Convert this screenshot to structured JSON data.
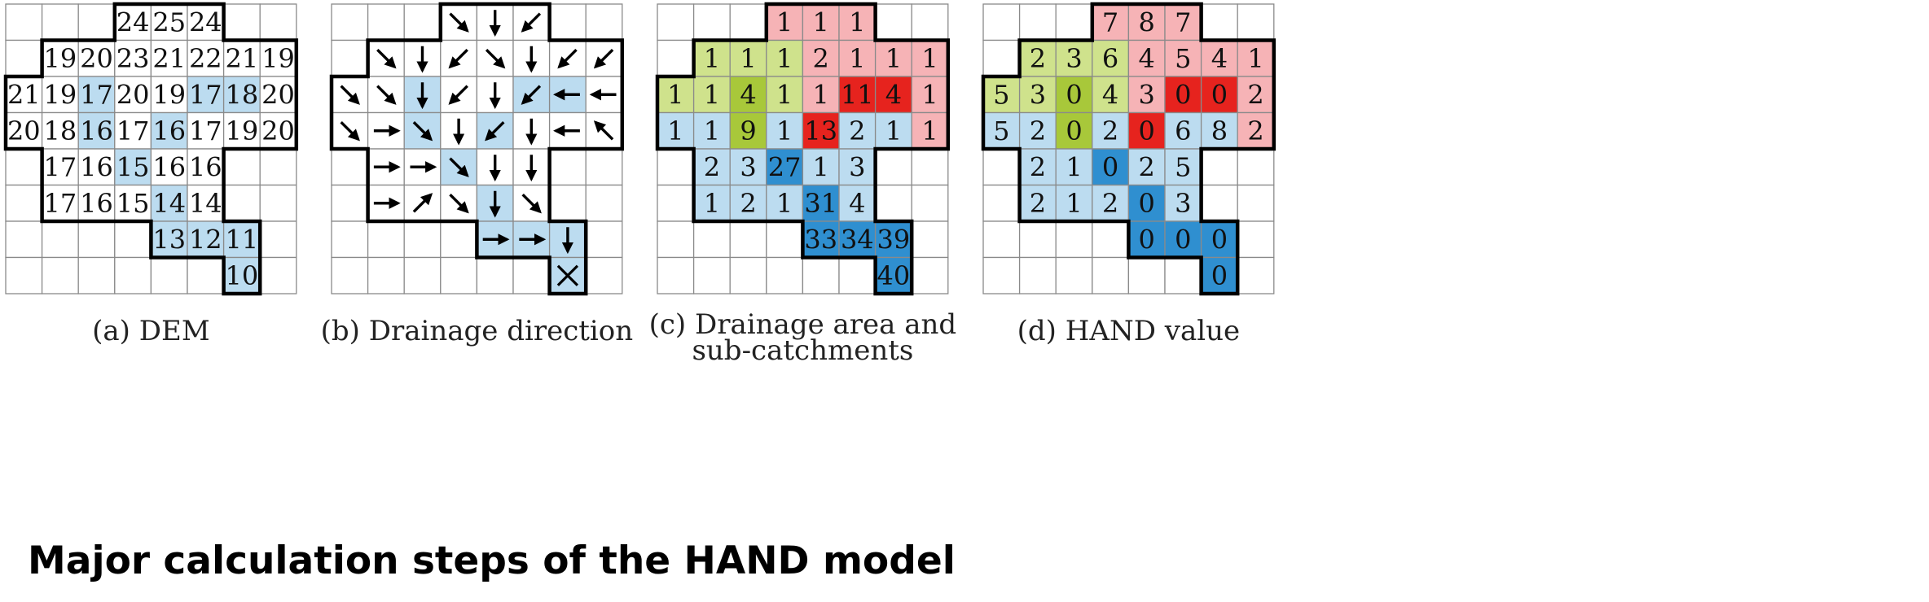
{
  "title": "Major calculation steps of the HAND model",
  "colors": {
    "white": "#ffffff",
    "light_blue": "#bcdcf0",
    "dark_blue": "#2f8fd0",
    "light_green": "#cfe28c",
    "dark_green": "#a8c83a",
    "pink": "#f6b3b6",
    "red": "#e6231e",
    "grid": "#8a8a8a",
    "border": "#000000"
  },
  "panels": [
    {
      "id": "dem",
      "caption": [
        "(a) DEM"
      ],
      "cells": [
        [
          null,
          null,
          null,
          "24",
          "25",
          "24",
          null,
          null
        ],
        [
          null,
          "19",
          "20",
          "23",
          "21",
          "22",
          "21",
          "19"
        ],
        [
          "21",
          "19",
          "17",
          "20",
          "19",
          "17",
          "18",
          "20"
        ],
        [
          "20",
          "18",
          "16",
          "17",
          "16",
          "17",
          "19",
          "20"
        ],
        [
          null,
          "17",
          "16",
          "15",
          "16",
          "16",
          null,
          null
        ],
        [
          null,
          "17",
          "16",
          "15",
          "14",
          "14",
          null,
          null
        ],
        [
          null,
          null,
          null,
          null,
          "13",
          "12",
          "11",
          null
        ],
        [
          null,
          null,
          null,
          null,
          null,
          null,
          "10",
          null
        ]
      ],
      "fill": [
        [
          null,
          null,
          null,
          "w",
          "w",
          "w",
          null,
          null
        ],
        [
          null,
          "w",
          "w",
          "w",
          "w",
          "w",
          "w",
          "w"
        ],
        [
          "w",
          "w",
          "lb",
          "w",
          "w",
          "lb",
          "lb",
          "w"
        ],
        [
          "w",
          "w",
          "lb",
          "w",
          "lb",
          "w",
          "w",
          "w"
        ],
        [
          null,
          "w",
          "w",
          "lb",
          "w",
          "w",
          null,
          null
        ],
        [
          null,
          "w",
          "w",
          "w",
          "lb",
          "w",
          null,
          null
        ],
        [
          null,
          null,
          null,
          null,
          "lb",
          "lb",
          "lb",
          null
        ],
        [
          null,
          null,
          null,
          null,
          null,
          null,
          "lb",
          null
        ]
      ]
    },
    {
      "id": "direction",
      "caption": [
        "(b) Drainage direction"
      ],
      "cells": [
        [
          null,
          null,
          null,
          "SE",
          "S",
          "SW",
          null,
          null
        ],
        [
          null,
          "SE",
          "S",
          "SW",
          "SE",
          "S",
          "SW",
          "SW"
        ],
        [
          "SE",
          "SE",
          "S",
          "SW",
          "S",
          "SW",
          "W",
          "W"
        ],
        [
          "SE",
          "E",
          "SE",
          "S",
          "SW",
          "S",
          "W",
          "NW"
        ],
        [
          null,
          "E",
          "E",
          "SE",
          "S",
          "S",
          null,
          null
        ],
        [
          null,
          "E",
          "NE",
          "SE",
          "S",
          "SE",
          null,
          null
        ],
        [
          null,
          null,
          null,
          null,
          "E",
          "E",
          "S",
          null
        ],
        [
          null,
          null,
          null,
          null,
          null,
          null,
          "X",
          null
        ]
      ],
      "fill": [
        [
          null,
          null,
          null,
          "w",
          "w",
          "w",
          null,
          null
        ],
        [
          null,
          "w",
          "w",
          "w",
          "w",
          "w",
          "w",
          "w"
        ],
        [
          "w",
          "w",
          "lb",
          "w",
          "w",
          "lb",
          "lb",
          "w"
        ],
        [
          "w",
          "w",
          "lb",
          "w",
          "lb",
          "w",
          "w",
          "w"
        ],
        [
          null,
          "w",
          "w",
          "lb",
          "w",
          "w",
          null,
          null
        ],
        [
          null,
          "w",
          "w",
          "w",
          "lb",
          "w",
          null,
          null
        ],
        [
          null,
          null,
          null,
          null,
          "lb",
          "lb",
          "lb",
          null
        ],
        [
          null,
          null,
          null,
          null,
          null,
          null,
          "lb",
          null
        ]
      ]
    },
    {
      "id": "area",
      "caption": [
        "(c) Drainage area and",
        "sub-catchments"
      ],
      "cells": [
        [
          null,
          null,
          null,
          "1",
          "1",
          "1",
          null,
          null
        ],
        [
          null,
          "1",
          "1",
          "1",
          "2",
          "1",
          "1",
          "1"
        ],
        [
          "1",
          "1",
          "4",
          "1",
          "1",
          "11",
          "4",
          "1"
        ],
        [
          "1",
          "1",
          "9",
          "1",
          "13",
          "2",
          "1",
          "1"
        ],
        [
          null,
          "2",
          "3",
          "27",
          "1",
          "3",
          null,
          null
        ],
        [
          null,
          "1",
          "2",
          "1",
          "31",
          "4",
          null,
          null
        ],
        [
          null,
          null,
          null,
          null,
          "33",
          "34",
          "39",
          null
        ],
        [
          null,
          null,
          null,
          null,
          null,
          null,
          "40",
          null
        ]
      ],
      "fill": [
        [
          null,
          null,
          null,
          "pk",
          "pk",
          "pk",
          null,
          null
        ],
        [
          null,
          "lg",
          "lg",
          "lg",
          "pk",
          "pk",
          "pk",
          "pk"
        ],
        [
          "lg",
          "lg",
          "dg",
          "lg",
          "pk",
          "rd",
          "rd",
          "pk"
        ],
        [
          "lb",
          "lb",
          "dg",
          "lb",
          "rd",
          "lb",
          "lb",
          "pk"
        ],
        [
          null,
          "lb",
          "lb",
          "db",
          "lb",
          "lb",
          null,
          null
        ],
        [
          null,
          "lb",
          "lb",
          "lb",
          "db",
          "lb",
          null,
          null
        ],
        [
          null,
          null,
          null,
          null,
          "db",
          "db",
          "db",
          null
        ],
        [
          null,
          null,
          null,
          null,
          null,
          null,
          "db",
          null
        ]
      ]
    },
    {
      "id": "hand",
      "caption": [
        "(d) HAND value"
      ],
      "cells": [
        [
          null,
          null,
          null,
          "7",
          "8",
          "7",
          null,
          null
        ],
        [
          null,
          "2",
          "3",
          "6",
          "4",
          "5",
          "4",
          "1"
        ],
        [
          "5",
          "3",
          "0",
          "4",
          "3",
          "0",
          "0",
          "2"
        ],
        [
          "5",
          "2",
          "0",
          "2",
          "0",
          "6",
          "8",
          "2"
        ],
        [
          null,
          "2",
          "1",
          "0",
          "2",
          "5",
          null,
          null
        ],
        [
          null,
          "2",
          "1",
          "2",
          "0",
          "3",
          null,
          null
        ],
        [
          null,
          null,
          null,
          null,
          "0",
          "0",
          "0",
          null
        ],
        [
          null,
          null,
          null,
          null,
          null,
          null,
          "0",
          null
        ]
      ],
      "fill": [
        [
          null,
          null,
          null,
          "pk",
          "pk",
          "pk",
          null,
          null
        ],
        [
          null,
          "lg",
          "lg",
          "lg",
          "pk",
          "pk",
          "pk",
          "pk"
        ],
        [
          "lg",
          "lg",
          "dg",
          "lg",
          "pk",
          "rd",
          "rd",
          "pk"
        ],
        [
          "lb",
          "lb",
          "dg",
          "lb",
          "rd",
          "lb",
          "lb",
          "pk"
        ],
        [
          null,
          "lb",
          "lb",
          "db",
          "lb",
          "lb",
          null,
          null
        ],
        [
          null,
          "lb",
          "lb",
          "lb",
          "db",
          "lb",
          null,
          null
        ],
        [
          null,
          null,
          null,
          null,
          "db",
          "db",
          "db",
          null
        ],
        [
          null,
          null,
          null,
          null,
          null,
          null,
          "db",
          null
        ]
      ]
    }
  ]
}
